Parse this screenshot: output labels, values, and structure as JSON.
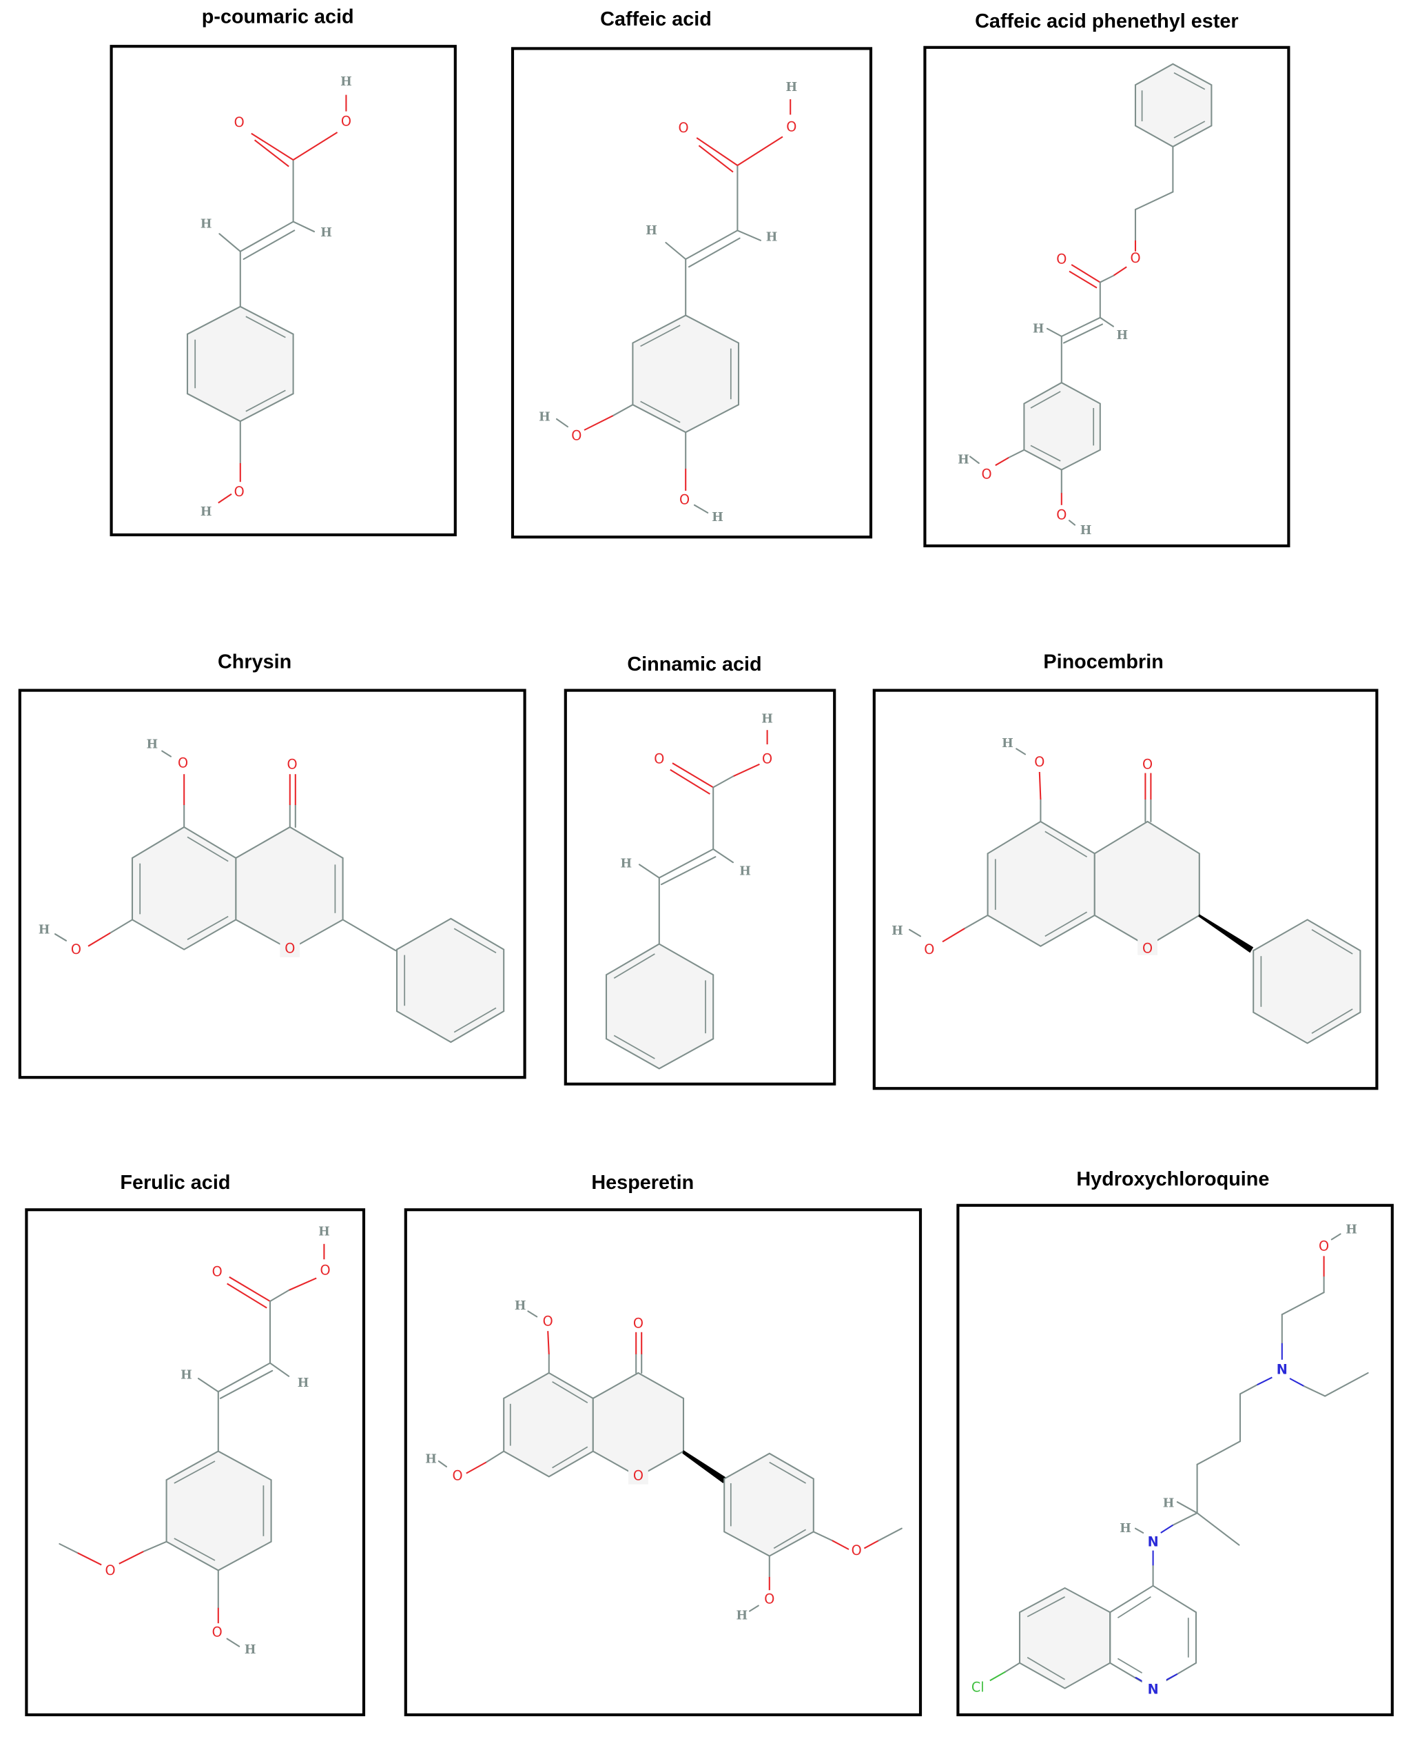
{
  "figure": {
    "panels": [
      {
        "id": "p-coumaric-acid",
        "title": "p-coumaric acid",
        "atoms": [
          "O",
          "O",
          "H",
          "H",
          "H",
          "O",
          "H"
        ]
      },
      {
        "id": "caffeic-acid",
        "title": "Caffeic acid",
        "atoms": [
          "O",
          "O",
          "H",
          "H",
          "H",
          "O",
          "H",
          "O",
          "H"
        ]
      },
      {
        "id": "caffeic-acid-phenethyl-ester",
        "title": "Caffeic acid phenethyl ester",
        "atoms": [
          "O",
          "O",
          "H",
          "H",
          "O",
          "H",
          "O",
          "H"
        ]
      },
      {
        "id": "chrysin",
        "title": "Chrysin",
        "atoms": [
          "H",
          "O",
          "O",
          "H",
          "O",
          "O"
        ]
      },
      {
        "id": "cinnamic-acid",
        "title": "Cinnamic acid",
        "atoms": [
          "H",
          "O",
          "O",
          "H",
          "H"
        ]
      },
      {
        "id": "pinocembrin",
        "title": "Pinocembrin",
        "atoms": [
          "H",
          "O",
          "O",
          "H",
          "O",
          "O"
        ]
      },
      {
        "id": "ferulic-acid",
        "title": "Ferulic acid",
        "atoms": [
          "H",
          "O",
          "O",
          "H",
          "H",
          "O",
          "O",
          "H"
        ]
      },
      {
        "id": "hesperetin",
        "title": "Hesperetin",
        "atoms": [
          "H",
          "O",
          "O",
          "H",
          "O",
          "O",
          "O",
          "H",
          "O"
        ]
      },
      {
        "id": "hydroxychloroquine",
        "title": "Hydroxychloroquine",
        "atoms": [
          "O",
          "H",
          "N",
          "H",
          "H",
          "N",
          "N",
          "Cl"
        ]
      }
    ],
    "labels": {
      "O": "O",
      "H": "H",
      "N": "N",
      "Cl": "Cl"
    },
    "colors": {
      "oxygen": "#e8262a",
      "nitrogen": "#2a2ad8",
      "chlorine": "#3fbf3f",
      "carbon_bond": "#7f8f8c",
      "ring_fill": "#f4f4f4",
      "frame": "#000000"
    }
  }
}
